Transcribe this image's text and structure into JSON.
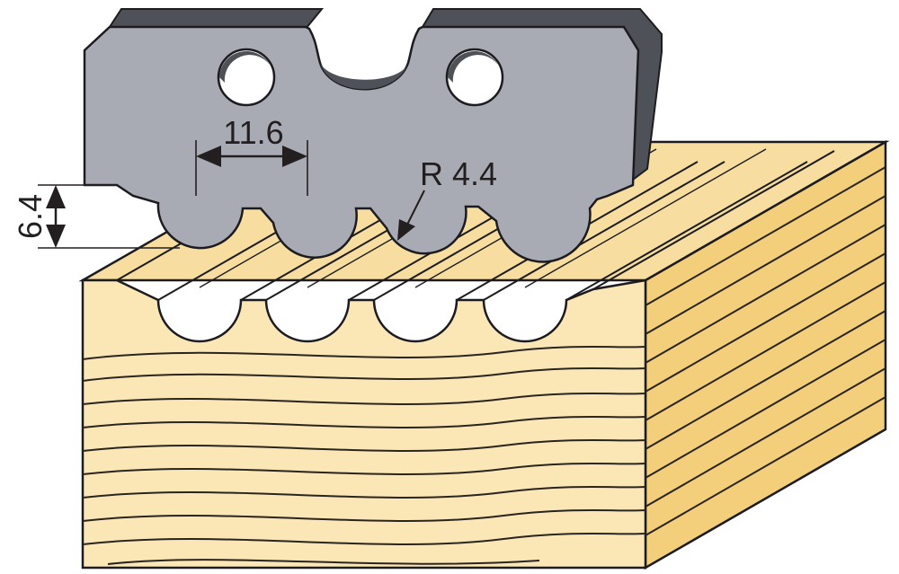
{
  "diagram": {
    "dimensions": {
      "pitch": "11.6",
      "depth": "6.4",
      "radius": "R 4.4"
    },
    "colors": {
      "wood_top": "#f7dda0",
      "wood_front": "#fbe6b6",
      "wood_side": "#f3cf7c",
      "grain_line": "#2a2420",
      "knife_face": "#a9abb4",
      "knife_dark": "#4f5159",
      "knife_edge": "#1c1c20",
      "dimension_line": "#231f20"
    }
  }
}
